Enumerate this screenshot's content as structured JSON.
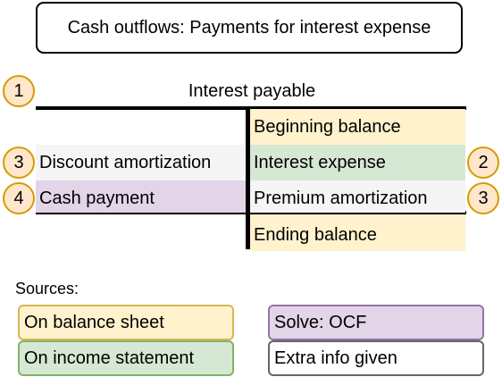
{
  "title": "Cash outflows: Payments for interest expense",
  "t_account": {
    "heading": "Interest payable",
    "heading_badge": "1",
    "right_rows": [
      {
        "label": "Beginning balance",
        "badge": ""
      },
      {
        "label": "Interest expense",
        "badge": "2"
      },
      {
        "label": "Premium amortization",
        "badge": "3"
      },
      {
        "label": "Ending balance",
        "badge": ""
      }
    ],
    "left_rows": [
      {
        "label": "Discount amortization",
        "badge": "3"
      },
      {
        "label": "Cash payment",
        "badge": "4"
      }
    ]
  },
  "legend": {
    "title": "Sources:",
    "items": [
      {
        "label": "On balance sheet",
        "color": "#fff2cc"
      },
      {
        "label": "On income statement",
        "color": "#d5e8d4"
      },
      {
        "label": "Solve: OCF",
        "color": "#e1d5e7"
      },
      {
        "label": "Extra info given",
        "color": "#ffffff"
      }
    ]
  },
  "colors": {
    "yellow": "#fff2cc",
    "green": "#d5e8d4",
    "purple": "#e1d5e7",
    "grey": "#f5f5f5",
    "badge_fill": "#ffe6cc",
    "badge_border": "#d79b00"
  }
}
